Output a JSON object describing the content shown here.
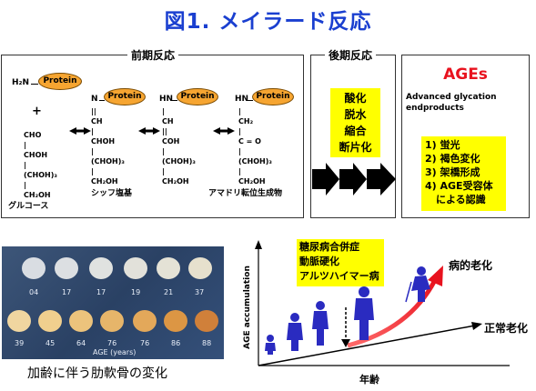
{
  "title": "図1. メイラード反応",
  "early": {
    "header": "前期反応",
    "amine": "H₂N",
    "protein": "Protein",
    "plus": "+",
    "glucose": "CHO\n|\nCHOH\n|\n(CHOH)₃\n|\nCH₂OH",
    "glucose_label": "グルコース",
    "schiff_link": "N",
    "schiff": "||\nCH\n|\nCHOH\n|\n(CHOH)₃\n|\nCH₂OH",
    "schiff_label": "シッフ塩基",
    "enol_link": "HN",
    "enol": "|\nCH\n||\nCOH\n|\n(CHOH)₃\n|\nCH₂OH",
    "amadori_link": "HN",
    "amadori": "|\nCH₂\n|\nC = O\n|\n(CHOH)₃\n|\nCH₂OH",
    "amadori_label": "アマドリ転位生成物"
  },
  "late": {
    "header": "後期反応",
    "steps": [
      "酸化",
      "脱水",
      "縮合",
      "断片化"
    ]
  },
  "ages": {
    "title": "AGEs",
    "subtitle": "Advanced glycation endproducts",
    "effects": [
      "1) 蛍光",
      "2) 褐色変化",
      "3) 架橋形成",
      "4) AGE受容体",
      "による認識"
    ]
  },
  "photo": {
    "top_ages": [
      "04",
      "17",
      "17",
      "19",
      "21",
      "37"
    ],
    "bottom_ages": [
      "39",
      "45",
      "64",
      "76",
      "76",
      "86",
      "88"
    ],
    "axis": "AGE (years)",
    "caption": "加齢に伴う肋軟骨の変化"
  },
  "graph": {
    "ylabel": "AGE accumulation",
    "xlabel": "年齢",
    "diseases": [
      "糖尿病合併症",
      "動脈硬化",
      "アルツハイマー病"
    ],
    "pathological": "病的老化",
    "normal": "正常老化"
  },
  "colors": {
    "title": "#1a3fd0",
    "protein": "#f6a531",
    "highlight": "#ffff00",
    "ages_title": "#e8121e",
    "curve": "#e8121e",
    "figure": "#2a2bc0"
  }
}
